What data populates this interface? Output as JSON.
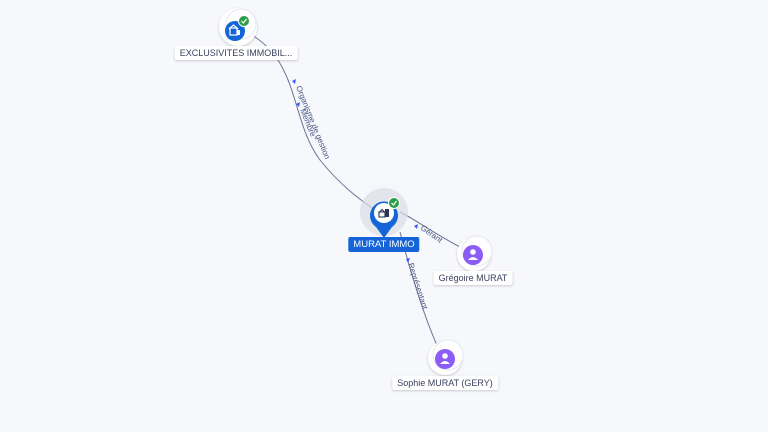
{
  "colors": {
    "company_blue": "#1565d8",
    "person_purple": "#8b5cf6",
    "verified_green": "#2e9d48",
    "edge": "#6b7594",
    "background": "#f7f8fc"
  },
  "nodes": {
    "exclusivites": {
      "label": "EXCLUSIVITES IMMOBIL...",
      "type": "company",
      "icon": "building-icon",
      "verified": true
    },
    "murat_immo": {
      "label": "MURAT IMMO",
      "type": "company",
      "icon": "building-icon",
      "verified": true,
      "focus": true
    },
    "gregoire": {
      "label": "Grégoire MURAT",
      "type": "person",
      "icon": "person-icon"
    },
    "sophie": {
      "label": "Sophie MURAT (GERY)",
      "type": "person",
      "icon": "person-icon"
    }
  },
  "edges": {
    "membre": {
      "label1": "Organisme de gestion",
      "label2": "Membre"
    },
    "gerant": {
      "label1": "Gérant"
    },
    "representant": {
      "label1": "Représentant"
    }
  }
}
